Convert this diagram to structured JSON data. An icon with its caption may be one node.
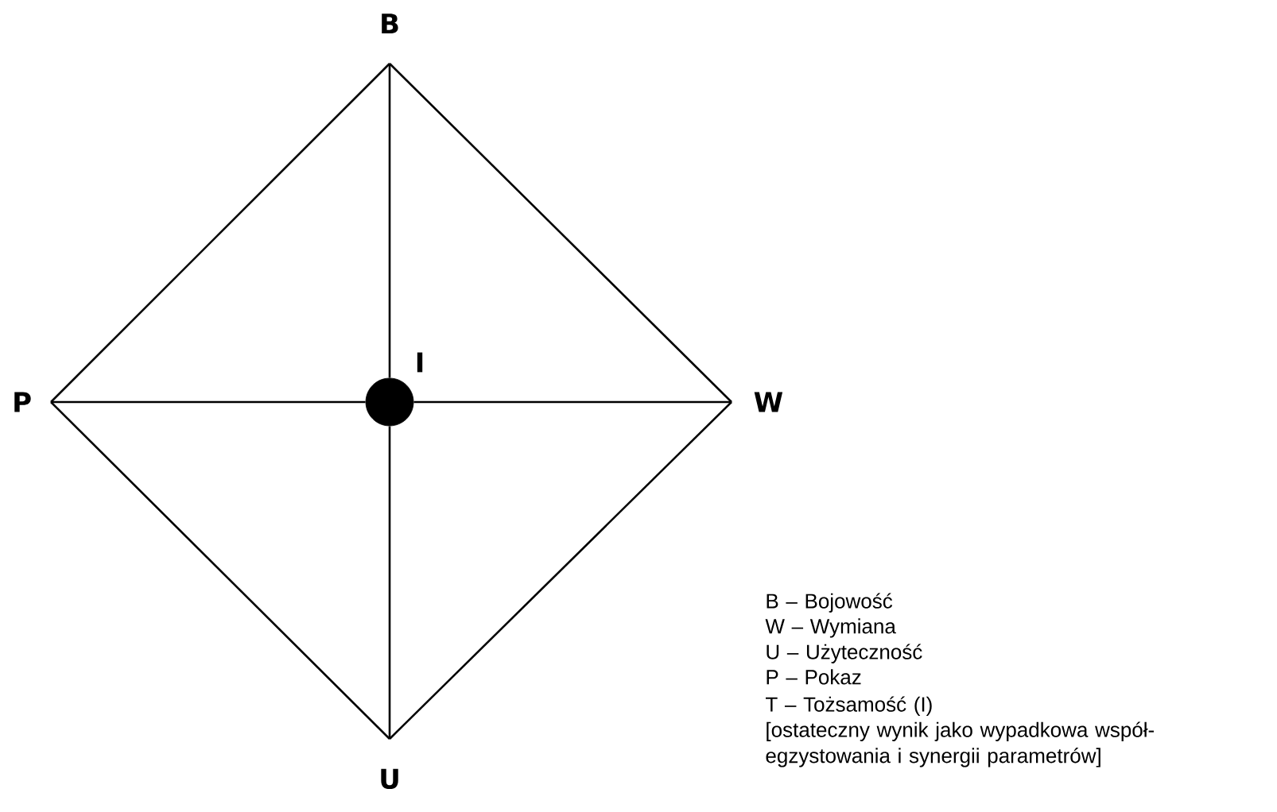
{
  "diagram": {
    "nodes": [
      {
        "text": [
          "B"
        ]
      },
      {
        "text": [
          "W"
        ]
      },
      {
        "text": [
          "U"
        ]
      },
      {
        "text": [
          "P"
        ]
      },
      {
        "text": [],
        "shape": "circle",
        "beside": [
          "I"
        ]
      }
    ],
    "edges": [
      {
        "from": 0,
        "to": 1,
        "arrow": "none"
      },
      {
        "from": 1,
        "to": 2,
        "arrow": "none"
      },
      {
        "from": 2,
        "to": 3,
        "arrow": "none"
      },
      {
        "from": 3,
        "to": 0,
        "arrow": "none"
      },
      {
        "from": 0,
        "to": 4,
        "arrow": "none"
      },
      {
        "from": 4,
        "to": 2,
        "arrow": "none"
      },
      {
        "from": 3,
        "to": 4,
        "arrow": "none"
      },
      {
        "from": 4,
        "to": 1,
        "arrow": "none"
      }
    ],
    "labels": [
      "B – Bojowość",
      "W – Wymiana",
      "U – Użyteczność",
      "P – Pokaz",
      "T – Tożsamość (I)",
      "[ostateczny wynik jako wypadkowa współ-egzystowania i synergii parametrów]"
    ]
  }
}
